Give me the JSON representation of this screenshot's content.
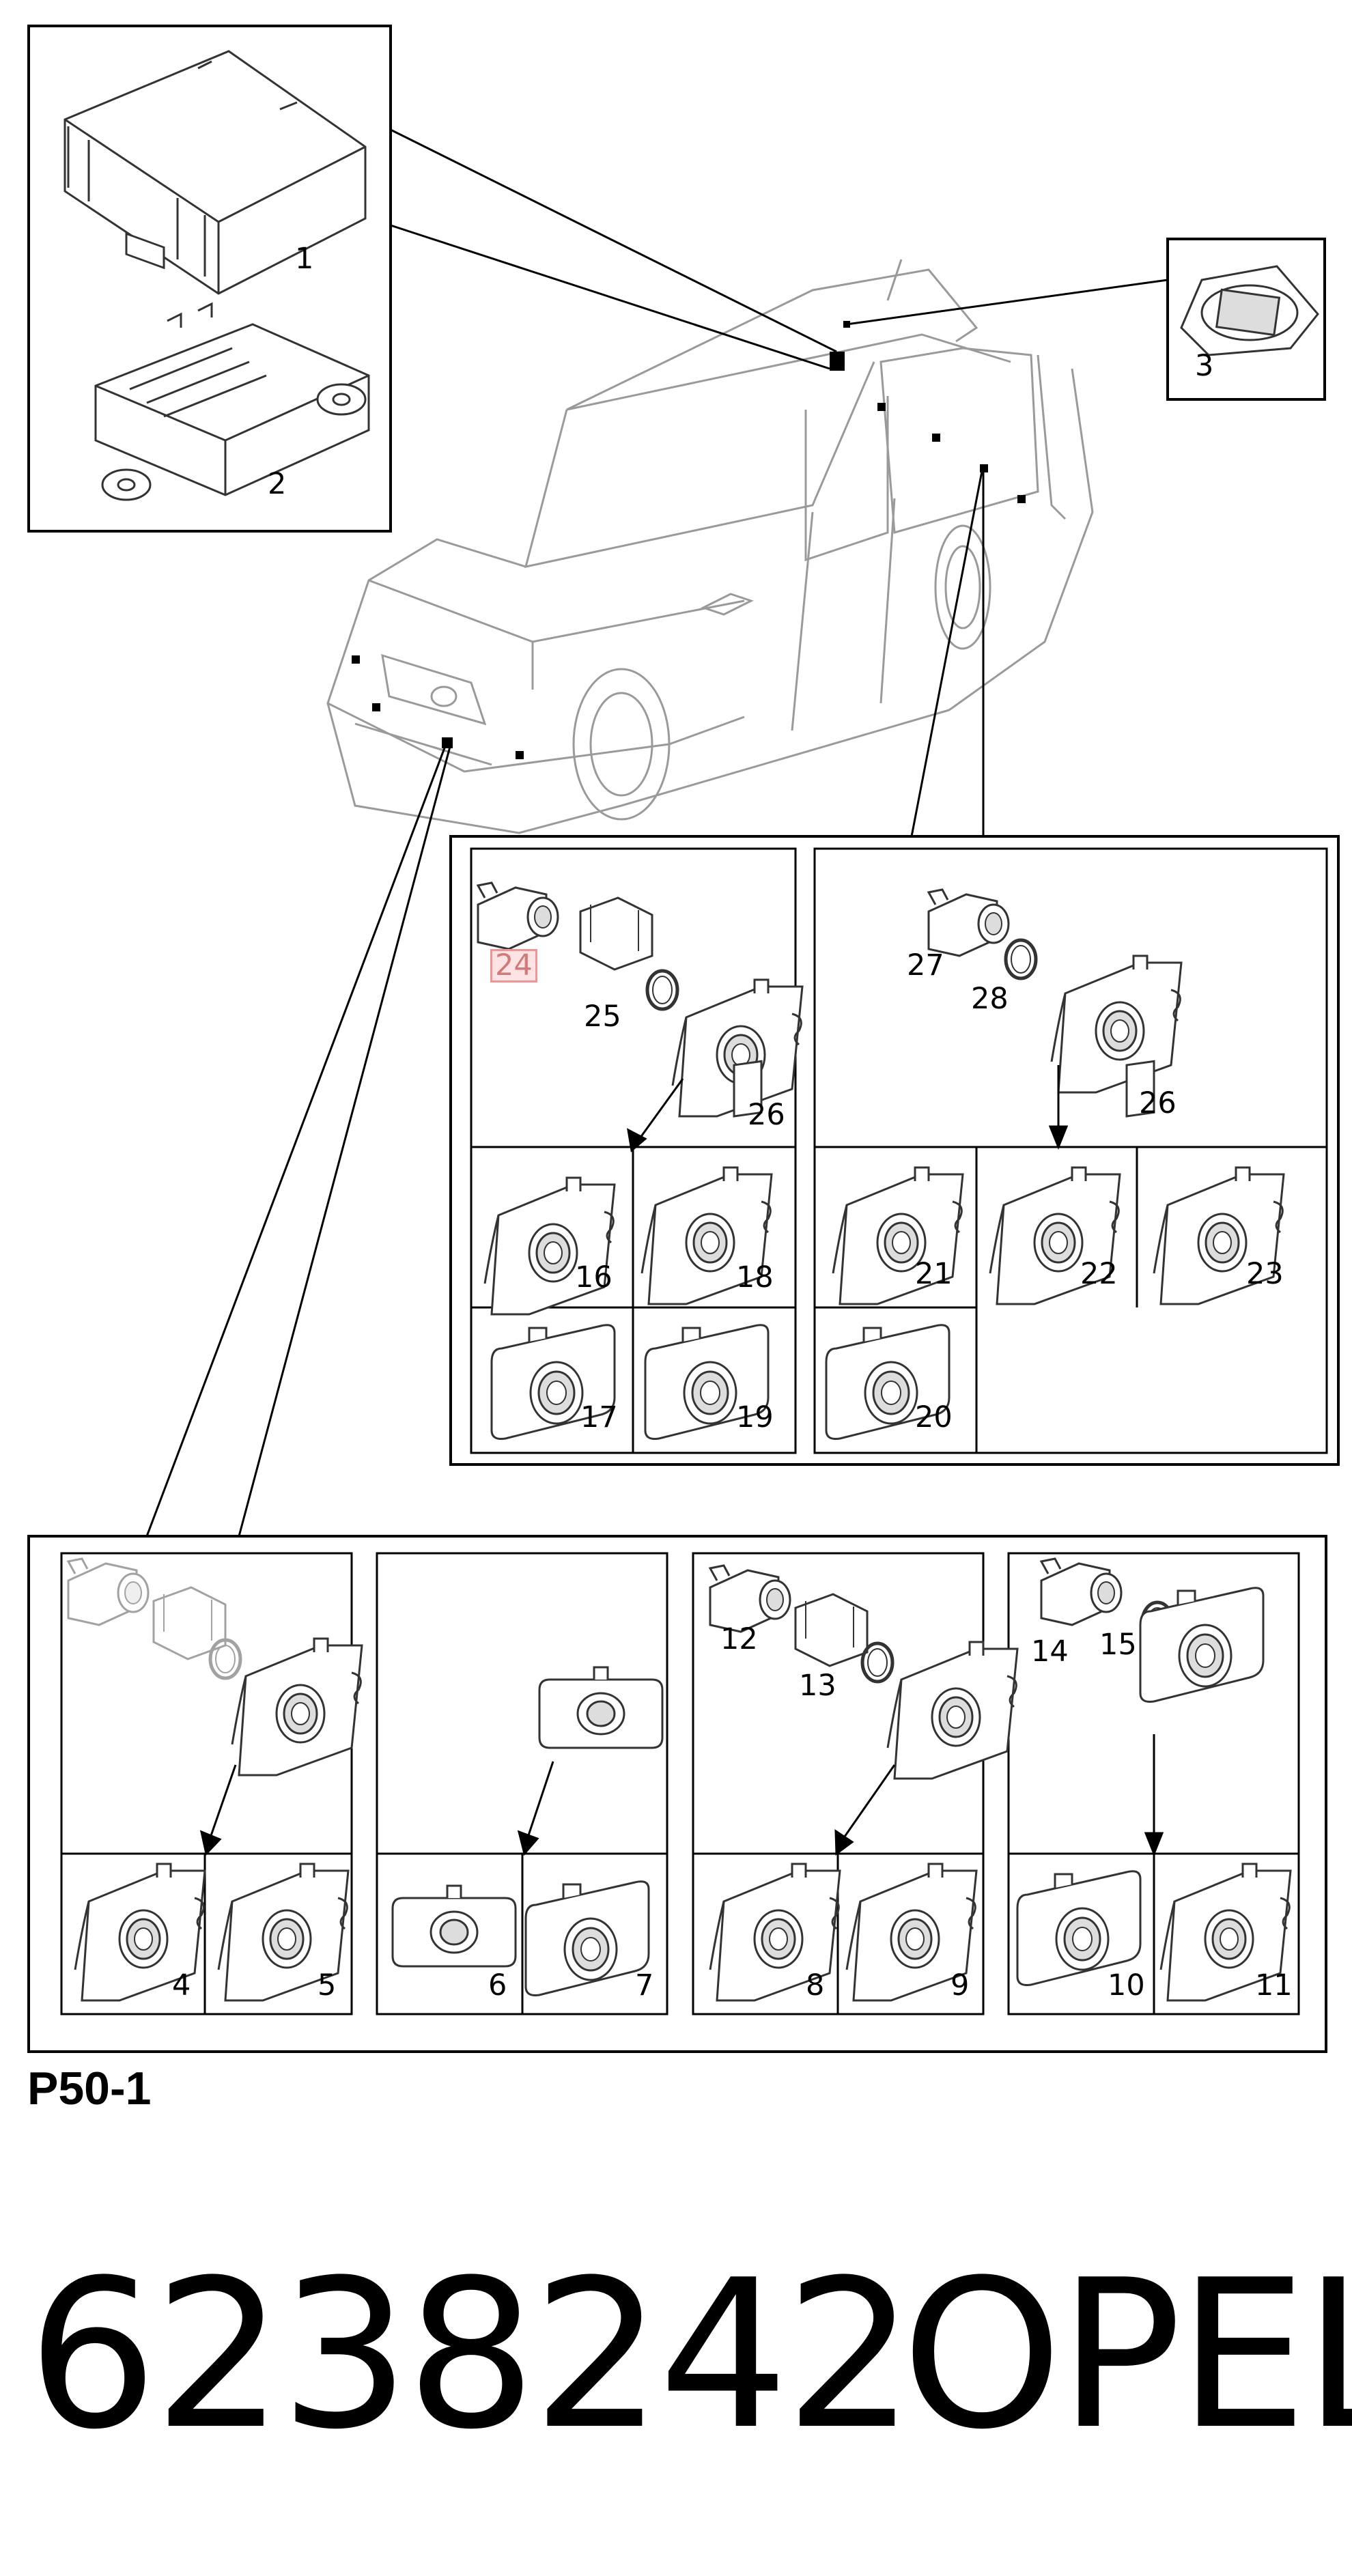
{
  "diagram": {
    "code": "P50-1",
    "part_number": "6238242",
    "brand": "OPEL",
    "highlighted_callout": "24",
    "callouts": [
      "1",
      "2",
      "3",
      "4",
      "5",
      "6",
      "7",
      "8",
      "9",
      "10",
      "11",
      "12",
      "13",
      "14",
      "15",
      "16",
      "17",
      "18",
      "19",
      "20",
      "21",
      "22",
      "23",
      "24",
      "25",
      "26",
      "26",
      "27",
      "28"
    ],
    "colors": {
      "line": "#000000",
      "part_stroke": "#333333",
      "car_stroke": "#9a9a9a",
      "highlight_fill": "#fde3e3",
      "highlight_stroke": "#e39a9a"
    }
  }
}
